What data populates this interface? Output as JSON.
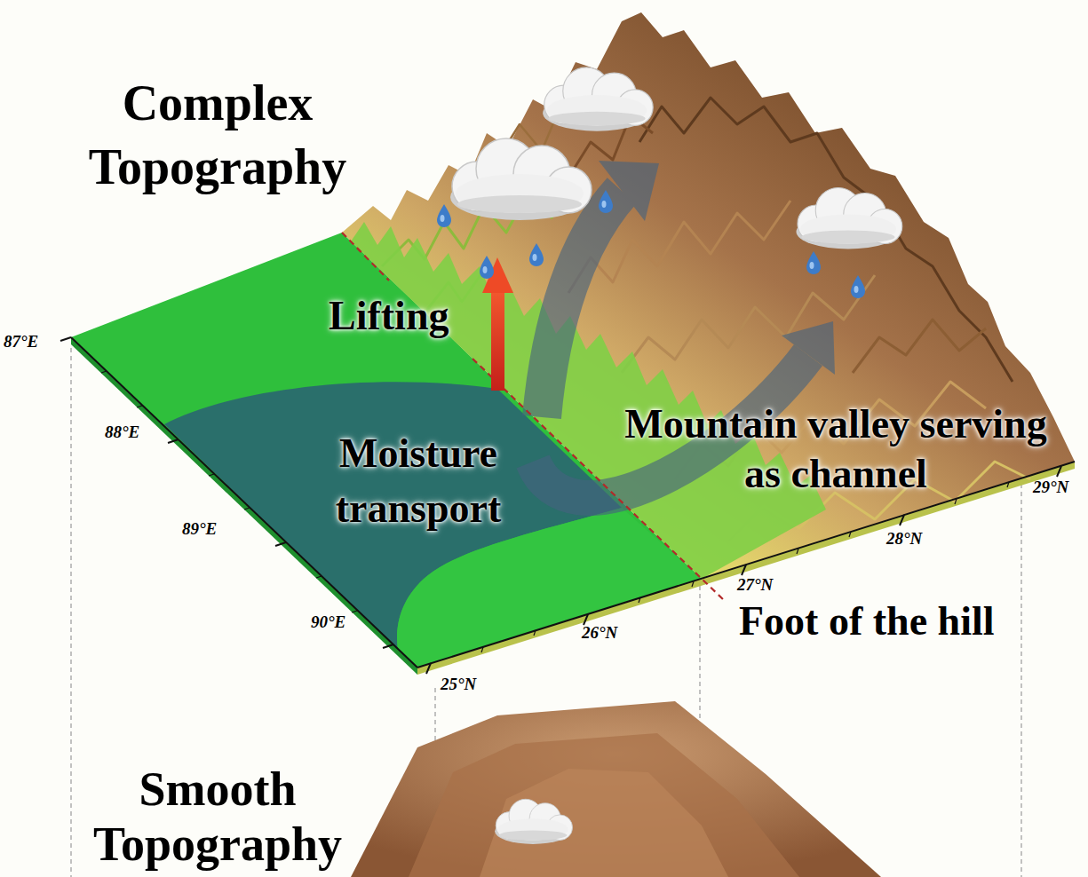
{
  "diagram": {
    "labels": [
      "Complex Topography",
      "Lifting",
      "Moisture transport",
      "Mountain valley serving as channel",
      "Foot of the hill",
      "87°E",
      "88°E",
      "89°E",
      "90°E",
      "25°N",
      "26°N",
      "27°N",
      "28°N",
      "29°N",
      "Smooth Topography"
    ]
  }
}
